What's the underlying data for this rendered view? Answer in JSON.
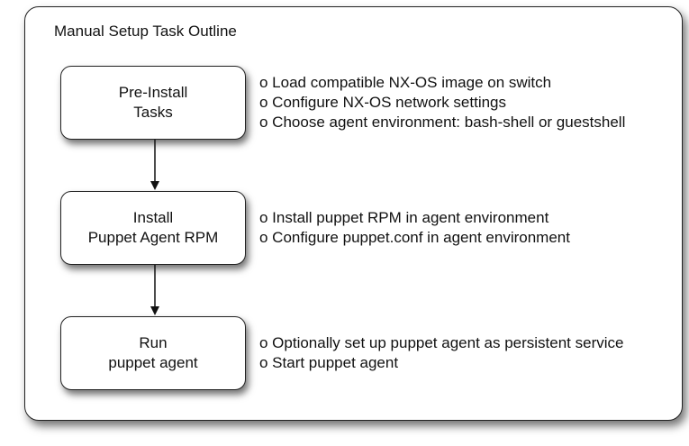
{
  "outline": {
    "title": "Manual Setup Task Outline"
  },
  "steps": [
    {
      "lines": [
        "Pre-Install",
        "Tasks"
      ],
      "bullets": [
        "o Load compatible NX-OS image on switch",
        "o Configure NX-OS network settings",
        "o Choose agent environment: bash-shell or guestshell"
      ]
    },
    {
      "lines": [
        "Install",
        "Puppet Agent RPM"
      ],
      "bullets": [
        "o Install puppet RPM in agent environment",
        "o Configure puppet.conf in agent environment"
      ]
    },
    {
      "lines": [
        "Run",
        "puppet agent"
      ],
      "bullets": [
        "o Optionally set up puppet agent as persistent service",
        "o Start puppet agent"
      ]
    }
  ]
}
